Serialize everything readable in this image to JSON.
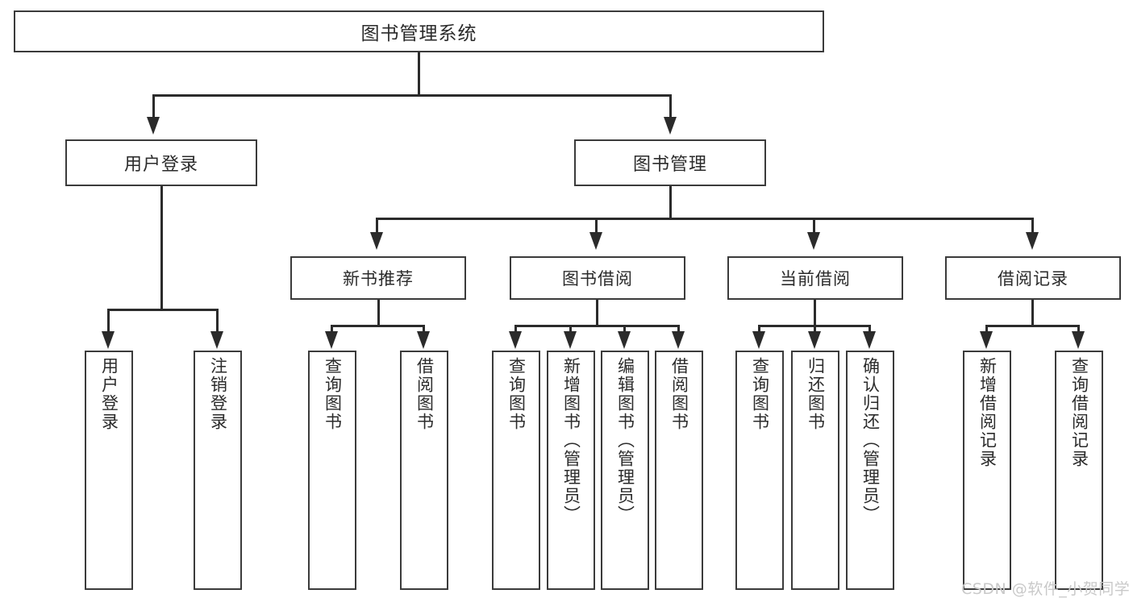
{
  "diagram": {
    "title": "图书管理系统",
    "root": {
      "label": "图书管理系统"
    },
    "level2": [
      {
        "label": "用户登录"
      },
      {
        "label": "图书管理"
      }
    ],
    "level3": [
      {
        "label": "新书推荐"
      },
      {
        "label": "图书借阅"
      },
      {
        "label": "当前借阅"
      },
      {
        "label": "借阅记录"
      }
    ],
    "leaves": {
      "user_login": [
        {
          "label": "用户登录"
        },
        {
          "label": "注销登录"
        }
      ],
      "new_book_recommend": [
        {
          "label": "查询图书"
        },
        {
          "label": "借阅图书"
        }
      ],
      "book_borrow": [
        {
          "label": "查询图书"
        },
        {
          "label": "新增图书（管理员）"
        },
        {
          "label": "编辑图书（管理员）"
        },
        {
          "label": "借阅图书"
        }
      ],
      "current_borrow": [
        {
          "label": "查询图书"
        },
        {
          "label": "归还图书"
        },
        {
          "label": "确认归还（管理员）"
        }
      ],
      "borrow_record": [
        {
          "label": "新增借阅记录"
        },
        {
          "label": "查询借阅记录"
        }
      ]
    }
  },
  "watermark": {
    "text": "CSDN @软件_小贺同学"
  },
  "colors": {
    "border": "#3b3b3b",
    "line": "#2b2b2b",
    "text": "#2b2b2b",
    "background": "#ffffff",
    "watermark": "#c9c9c9"
  }
}
